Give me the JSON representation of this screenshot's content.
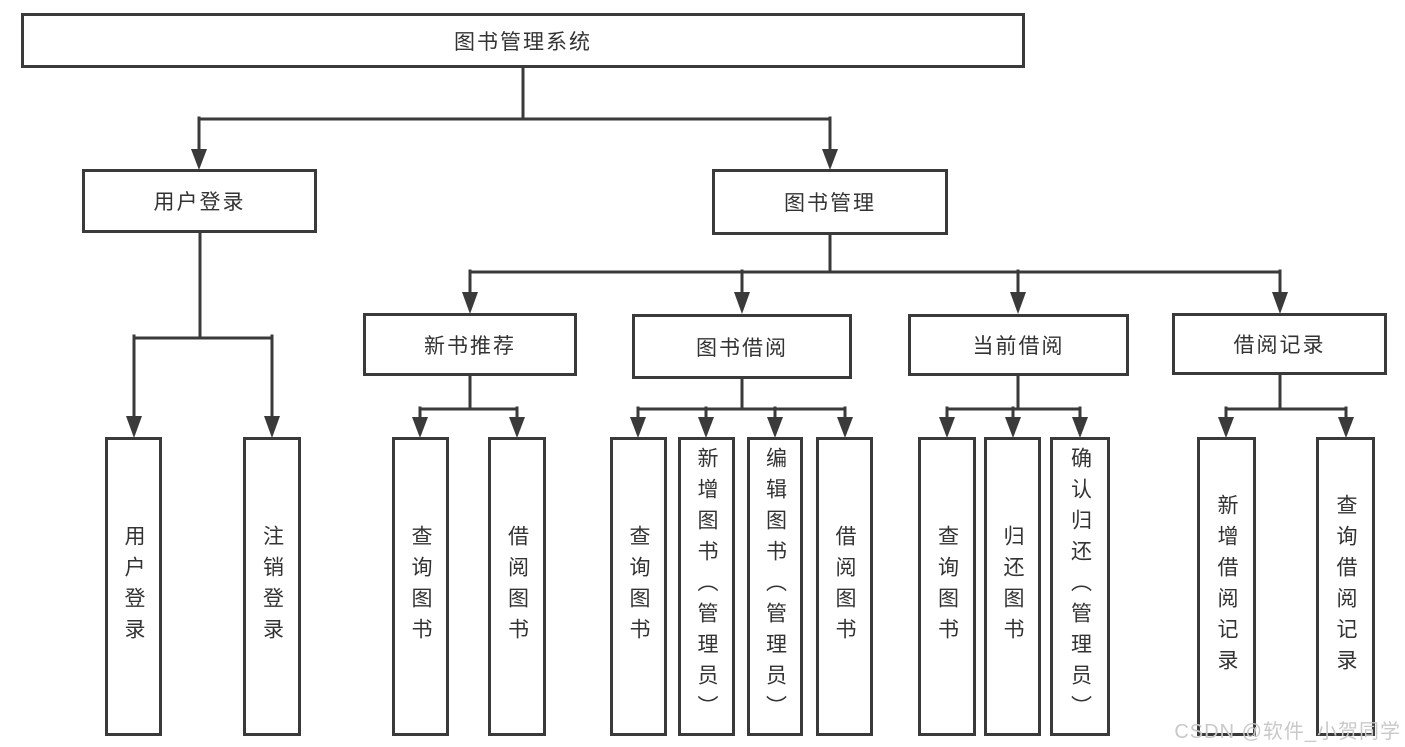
{
  "diagram_title": "图书管理系统",
  "colors": {
    "line": "#3a3a3a",
    "text": "#333333",
    "watermark": "#c9c9c9",
    "background": "#ffffff"
  },
  "watermark": "CSDN @软件_小贺同学",
  "tree": {
    "label": "图书管理系统",
    "children": [
      {
        "label": "用户登录",
        "children": [
          {
            "label": "用户登录"
          },
          {
            "label": "注销登录"
          }
        ]
      },
      {
        "label": "图书管理",
        "children": [
          {
            "label": "新书推荐",
            "children": [
              {
                "label": "查询图书"
              },
              {
                "label": "借阅图书"
              }
            ]
          },
          {
            "label": "图书借阅",
            "children": [
              {
                "label": "查询图书"
              },
              {
                "label": "新增图书（管理员）"
              },
              {
                "label": "编辑图书（管理员）"
              },
              {
                "label": "借阅图书"
              }
            ]
          },
          {
            "label": "当前借阅",
            "children": [
              {
                "label": "查询图书"
              },
              {
                "label": "归还图书"
              },
              {
                "label": "确认归还（管理员）"
              }
            ]
          },
          {
            "label": "借阅记录",
            "children": [
              {
                "label": "新增借阅记录"
              },
              {
                "label": "查询借阅记录"
              }
            ]
          }
        ]
      }
    ]
  }
}
